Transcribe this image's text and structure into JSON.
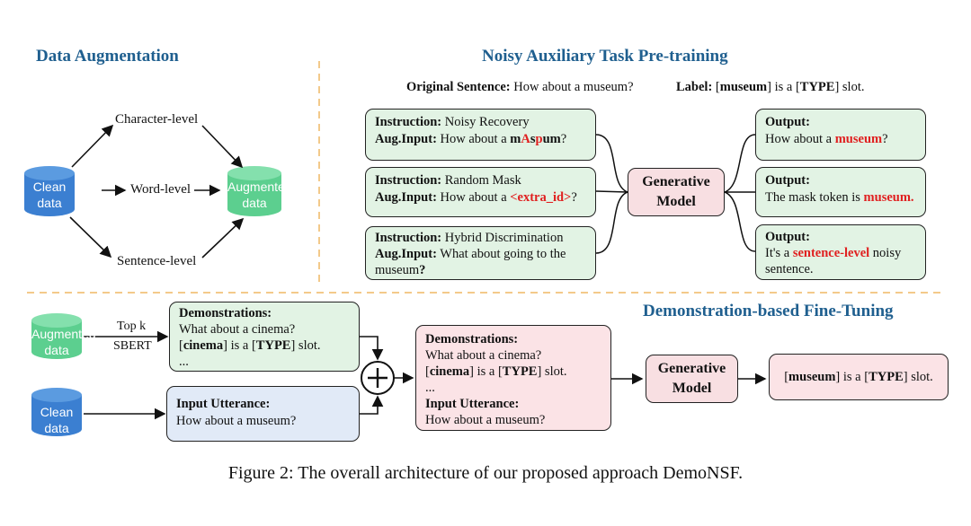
{
  "sections": {
    "augmentation": "Data Augmentation",
    "pretraining": "Noisy Auxiliary Task Pre-training",
    "finetuning": "Demonstration-based Fine-Tuning"
  },
  "augmentation": {
    "clean": [
      "Clean",
      "data"
    ],
    "augmented": [
      "Augmented",
      "data"
    ],
    "levels": [
      "Character-level",
      "Word-level",
      "Sentence-level"
    ]
  },
  "pretraining": {
    "original_label": "Original Sentence:",
    "original_value": "How about a museum?",
    "label_key": "Label:",
    "label_slot": "museum",
    "label_middle": " is a [",
    "label_type": "TYPE",
    "label_end": "] slot.",
    "instruction_key": "Instruction:",
    "auginput_key": "Aug.Input:",
    "inputs": [
      {
        "instruction": "Noisy Recovery",
        "aug_prefix": "How about a ",
        "aug_parts": [
          "m",
          "A",
          "s",
          "p",
          "um"
        ],
        "aug_suffix": "?"
      },
      {
        "instruction": "Random Mask",
        "aug_prefix": "How about a ",
        "aug_highlight": "<extra_id>",
        "aug_suffix": "?"
      },
      {
        "instruction": "Hybrid Discrimination",
        "aug_text": "What about going to the",
        "aug_line2": "museum",
        "aug_line2_suffix": "?"
      }
    ],
    "model": [
      "Generative",
      "Model"
    ],
    "output_key": "Output:",
    "outputs": [
      {
        "prefix": "How about a ",
        "highlight": "museum",
        "suffix": "?"
      },
      {
        "prefix": "The mask token is ",
        "highlight": "museum.",
        "suffix": ""
      },
      {
        "prefix": "It's a ",
        "highlight": "sentence-level",
        "suffix": " noisy",
        "line2": "sentence."
      }
    ]
  },
  "finetuning": {
    "augmented": [
      "Augmented",
      "data"
    ],
    "clean": [
      "Clean",
      "data"
    ],
    "topk": "Top k",
    "sbert": "SBERT",
    "demo_key": "Demonstrations:",
    "demo_line1": "What about a cinema?",
    "demo_slot": "cinema",
    "demo_rest": " is a [",
    "demo_type": "TYPE",
    "demo_end": "] slot.",
    "ellipsis": "...",
    "input_key": "Input Utterance:",
    "input_value": "How about a museum?",
    "plus": "+",
    "model": [
      "Generative",
      "Model"
    ],
    "result_slot": "museum",
    "result_rest": " is a [",
    "result_type": "TYPE",
    "result_end": "] slot."
  },
  "caption": "Figure 2: The overall architecture of our proposed approach DemoNSF.",
  "colors": {
    "title": "#1f5f8f",
    "clean_cylinder": "#3b7fd1",
    "augmented_cylinder": "#5ccf8f",
    "highlight": "#e02020",
    "divider": "#f3c98a"
  }
}
